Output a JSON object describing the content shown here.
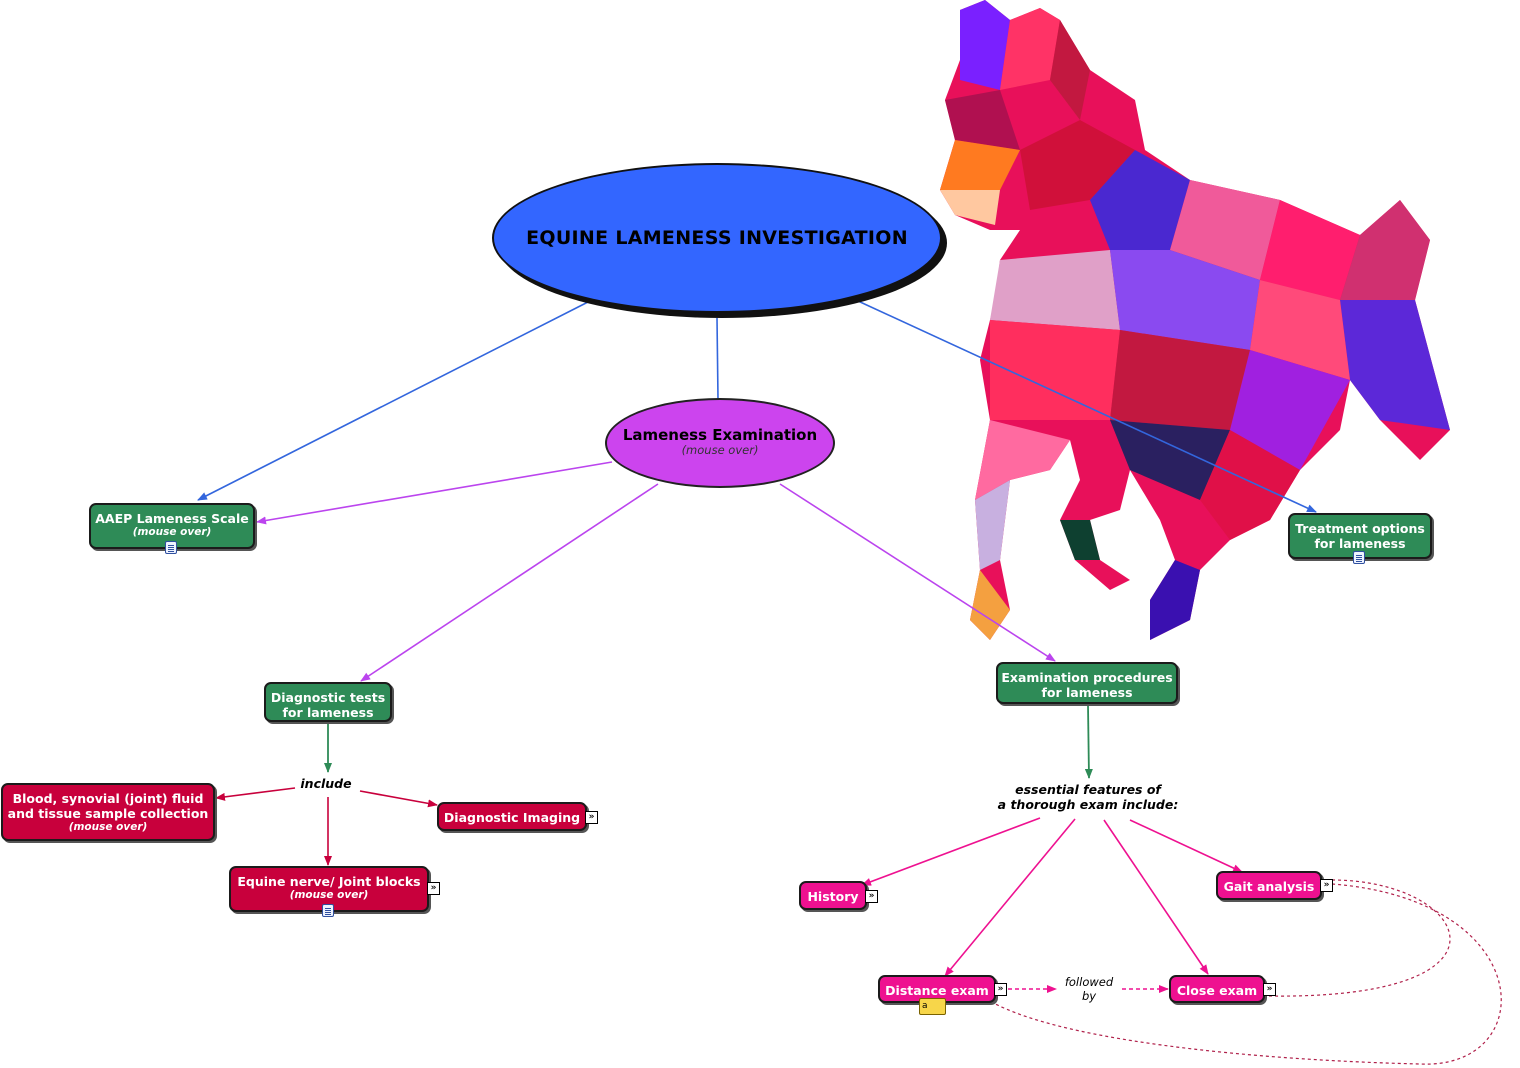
{
  "map": {
    "title": "EQUINE LAMENESS INVESTIGATION",
    "lameness_exam": {
      "title": "Lameness Examination",
      "note": "(mouse over)"
    },
    "aaep": {
      "title": "AAEP Lameness Scale",
      "note": "(mouse over)"
    },
    "treatment": {
      "line1": "Treatment options",
      "line2": "for lameness"
    },
    "diagnostic_tests": {
      "line1": "Diagnostic tests",
      "line2": "for lameness"
    },
    "exam_procedures": {
      "line1": "Examination procedures",
      "line2": "for lameness"
    },
    "include_label": "include",
    "blood": {
      "line1": "Blood, synovial (joint) fluid",
      "line2": "and tissue sample collection",
      "note": "(mouse over)"
    },
    "imaging": "Diagnostic Imaging",
    "nerve_blocks": {
      "title": "Equine nerve/ Joint blocks",
      "note": "(mouse over)"
    },
    "essential_label": {
      "line1": "essential features of",
      "line2": "a thorough exam include:"
    },
    "history": "History",
    "gait": "Gait analysis",
    "distance": "Distance exam",
    "close": "Close exam",
    "followed_by": {
      "line1": "followed",
      "line2": "by"
    }
  },
  "icons": {
    "nav": "double-chevron-icon",
    "doc": "document-icon",
    "annotation": "annotation-icon",
    "annotation_letter": "a"
  },
  "colors": {
    "main": "#3366ff",
    "sub": "#cc44ee",
    "green": "#2e8b57",
    "crimson": "#c8003c",
    "pink": "#ee1190"
  }
}
